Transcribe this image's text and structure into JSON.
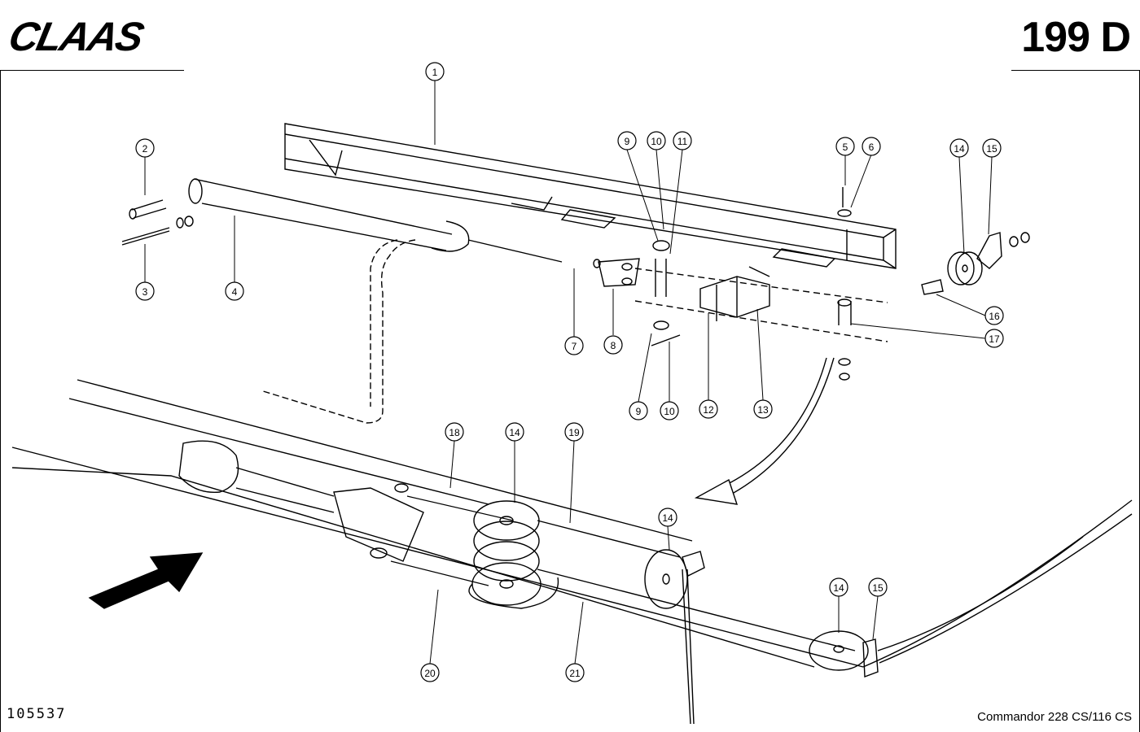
{
  "header": {
    "brand": "CLAAS",
    "page_number": "199 D"
  },
  "footer": {
    "document_number": "105537",
    "model": "Commandor 228 CS/116 CS"
  },
  "callouts": [
    {
      "label": "1"
    },
    {
      "label": "2"
    },
    {
      "label": "3"
    },
    {
      "label": "4"
    },
    {
      "label": "5"
    },
    {
      "label": "6"
    },
    {
      "label": "7"
    },
    {
      "label": "8"
    },
    {
      "label": "9"
    },
    {
      "label": "10"
    },
    {
      "label": "11"
    },
    {
      "label": "9"
    },
    {
      "label": "10"
    },
    {
      "label": "12"
    },
    {
      "label": "13"
    },
    {
      "label": "14"
    },
    {
      "label": "15"
    },
    {
      "label": "16"
    },
    {
      "label": "17"
    },
    {
      "label": "18"
    },
    {
      "label": "14"
    },
    {
      "label": "19"
    },
    {
      "label": "14"
    },
    {
      "label": "14"
    },
    {
      "label": "15"
    },
    {
      "label": "20"
    },
    {
      "label": "21"
    }
  ]
}
